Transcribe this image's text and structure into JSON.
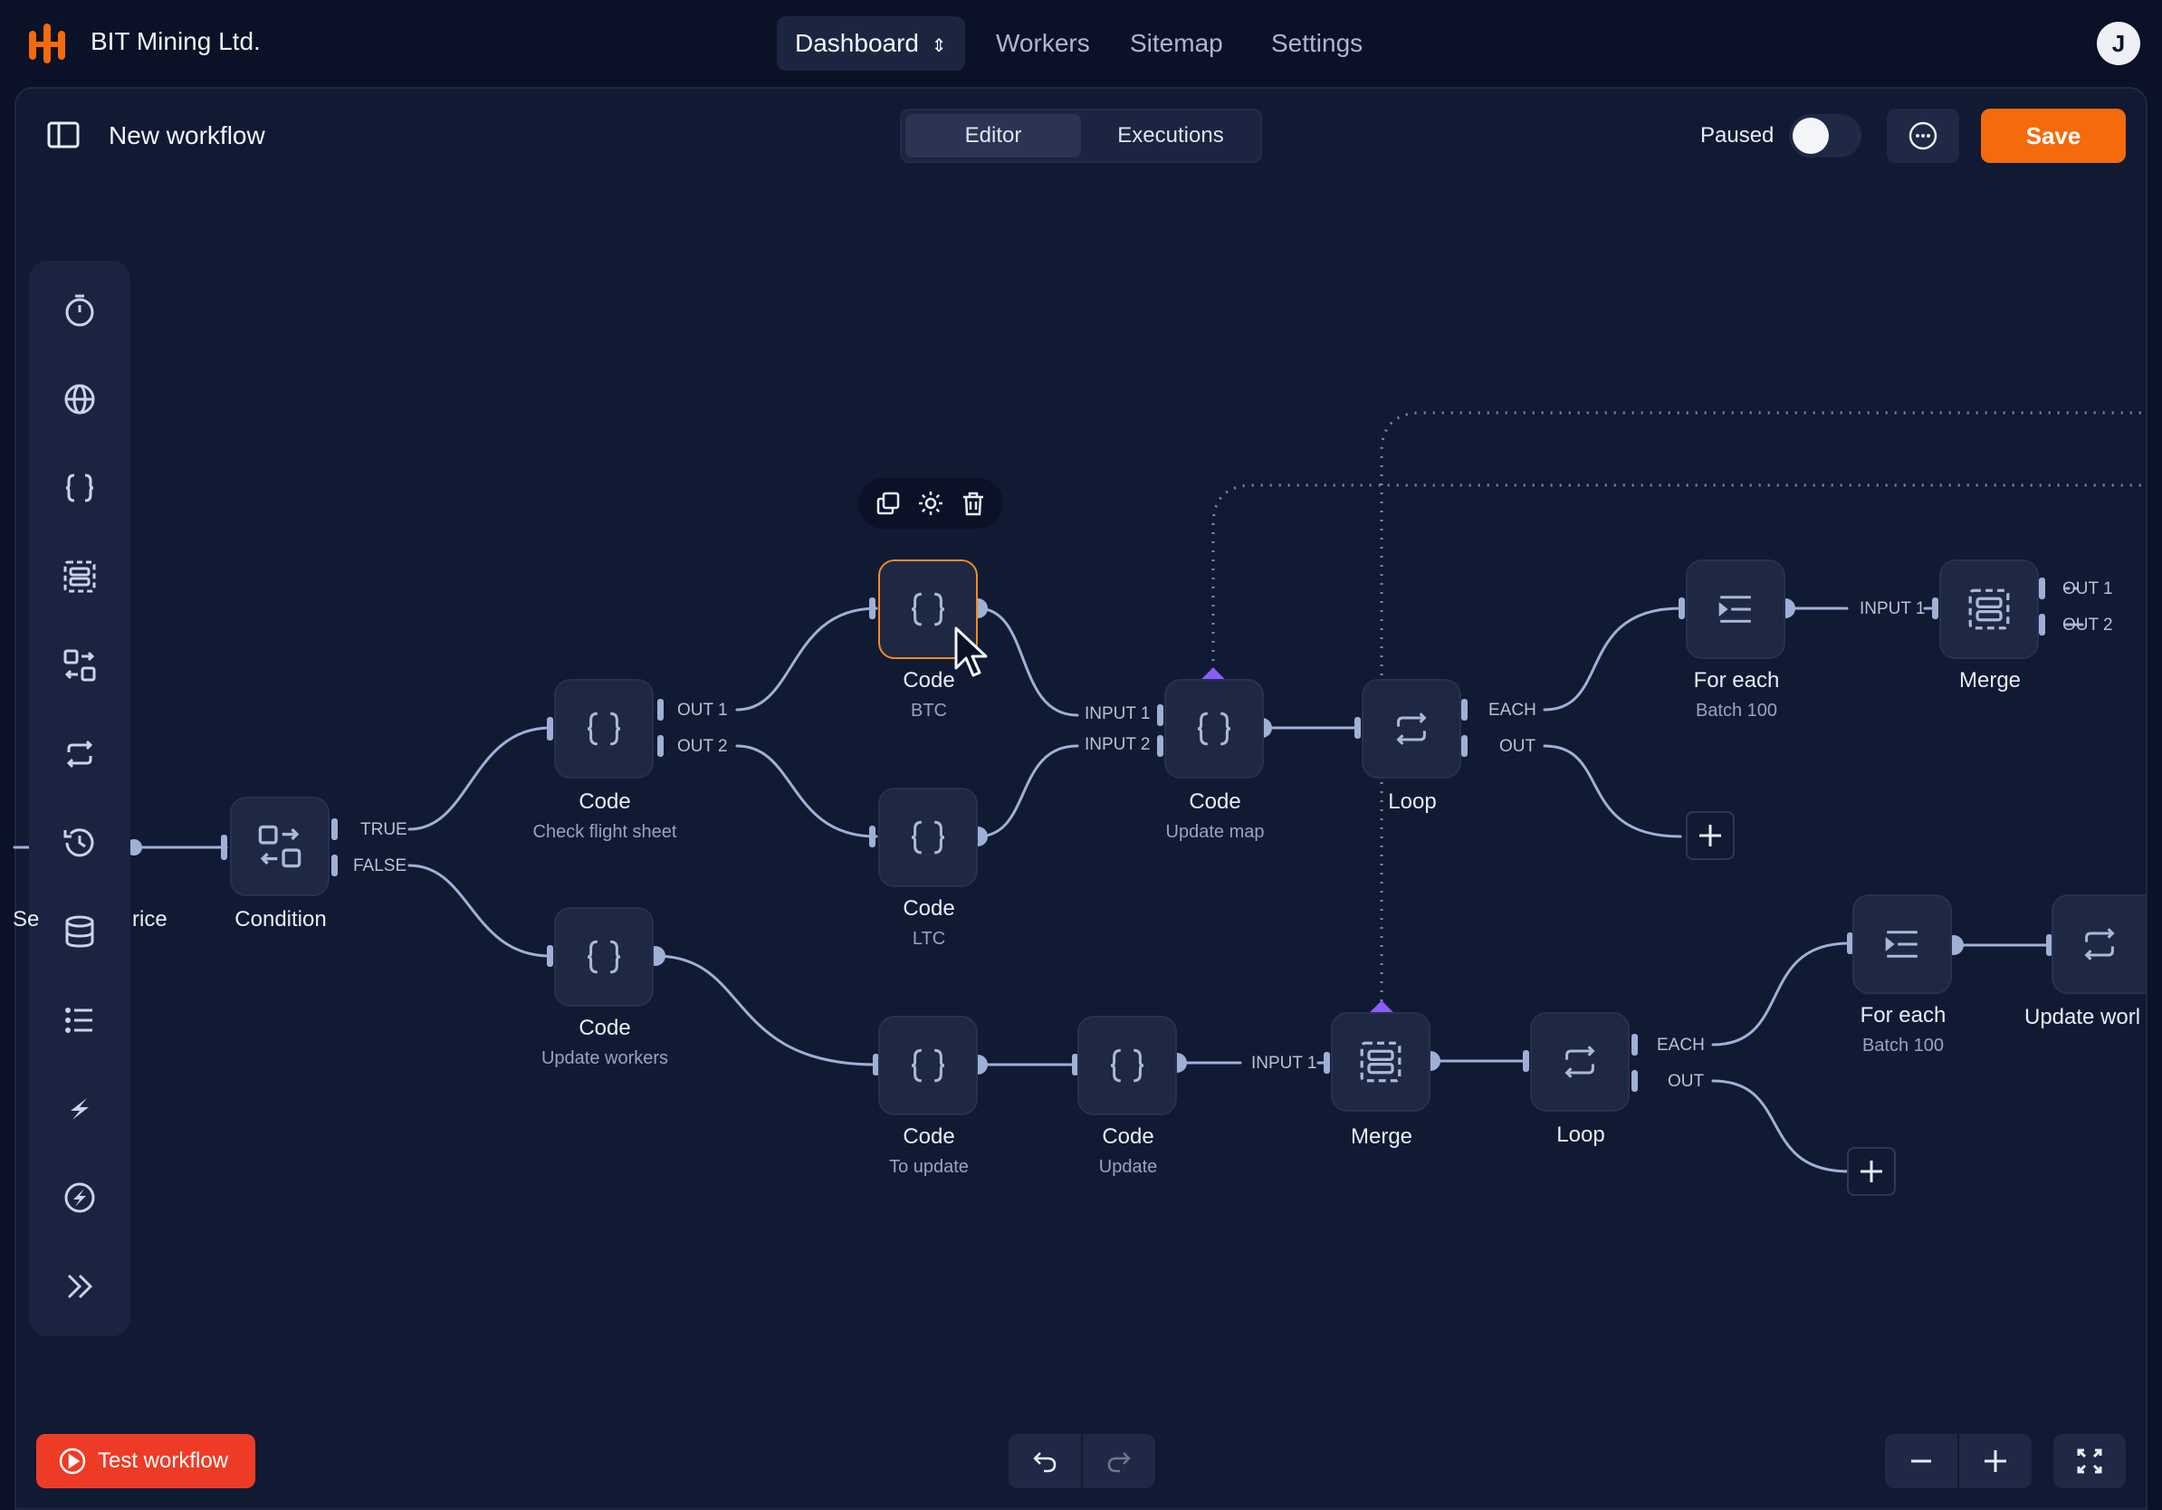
{
  "app": {
    "brand": "BIT Mining Ltd.",
    "nav": [
      "Dashboard",
      "Workers",
      "Sitemap",
      "Settings"
    ],
    "avatar_initial": "J"
  },
  "toolbar": {
    "workflow_title": "New workflow",
    "tabs": [
      "Editor",
      "Executions"
    ],
    "active_tab": "Editor",
    "paused_label": "Paused",
    "paused_on": false,
    "save_label": "Save"
  },
  "sidebar_icons": [
    "timer-icon",
    "globe-icon",
    "code-braces-icon",
    "merge-icon",
    "condition-icon",
    "loop-icon",
    "history-icon",
    "database-icon",
    "list-icon",
    "lightning-icon",
    "lightning-circle-icon",
    "chevrons-right-icon"
  ],
  "canvas": {
    "partial_labels": [
      "Se",
      "rice"
    ],
    "nodes": {
      "condition": {
        "label": "Condition",
        "ports": [
          "TRUE",
          "FALSE"
        ]
      },
      "code_check": {
        "label": "Code",
        "sub": "Check flight sheet",
        "ports": [
          "OUT 1",
          "OUT 2"
        ]
      },
      "code_btc": {
        "label": "Code",
        "sub": "BTC"
      },
      "code_ltc": {
        "label": "Code",
        "sub": "LTC"
      },
      "code_map": {
        "label": "Code",
        "sub": "Update map",
        "ports": [
          "INPUT 1",
          "INPUT 2"
        ]
      },
      "loop1": {
        "label": "Loop",
        "ports": [
          "EACH",
          "OUT"
        ]
      },
      "foreach1": {
        "label": "For each",
        "sub": "Batch 100"
      },
      "merge1": {
        "label": "Merge",
        "port_in": "INPUT 1",
        "ports": [
          "OUT 1",
          "OUT 2"
        ]
      },
      "code_workers": {
        "label": "Code",
        "sub": "Update workers"
      },
      "code_toupdate": {
        "label": "Code",
        "sub": "To update"
      },
      "code_update": {
        "label": "Code",
        "sub": "Update"
      },
      "merge2": {
        "label": "Merge",
        "port_in": "INPUT 1"
      },
      "loop2": {
        "label": "Loop",
        "ports": [
          "EACH",
          "OUT"
        ]
      },
      "foreach2": {
        "label": "For each",
        "sub": "Batch 100"
      },
      "update_workers_partial": {
        "label": "Update worl"
      }
    }
  },
  "bottom": {
    "test_label": "Test workflow"
  },
  "colors": {
    "accent_orange": "#f56a0a",
    "test_red": "#ee3b26",
    "wire": "#9fb0d6",
    "handle_purple": "#8b5cf6"
  }
}
